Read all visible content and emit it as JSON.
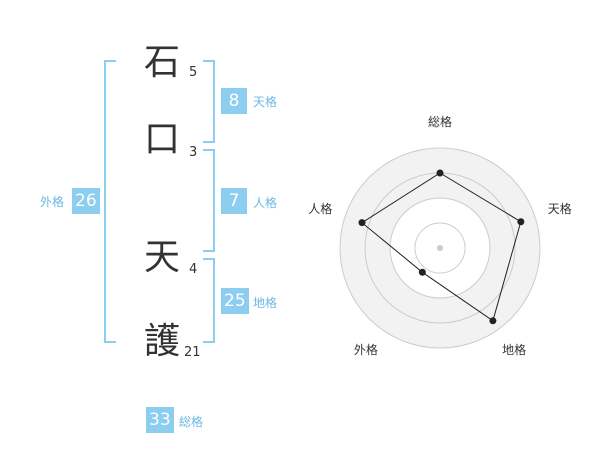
{
  "name": {
    "chars": [
      {
        "char": "石",
        "strokes": "5"
      },
      {
        "char": "口",
        "strokes": "3"
      },
      {
        "char": "天",
        "strokes": "4"
      },
      {
        "char": "護",
        "strokes": "21"
      }
    ]
  },
  "kaku": {
    "tenkaku": {
      "value": "8",
      "label": "天格"
    },
    "jinkaku": {
      "value": "7",
      "label": "人格"
    },
    "chikaku": {
      "value": "25",
      "label": "地格"
    },
    "gaikaku": {
      "value": "26",
      "label": "外格"
    },
    "soukaku": {
      "value": "33",
      "label": "総格"
    }
  },
  "colors": {
    "accent": "#8ccdf0",
    "badge_text": "#ffffff",
    "label": "#6cb8e6"
  },
  "chart_data": {
    "type": "radar",
    "axes": [
      "総格",
      "天格",
      "地格",
      "外格",
      "人格"
    ],
    "values": [
      0.75,
      0.85,
      0.9,
      0.3,
      0.82
    ],
    "rings": 4
  }
}
